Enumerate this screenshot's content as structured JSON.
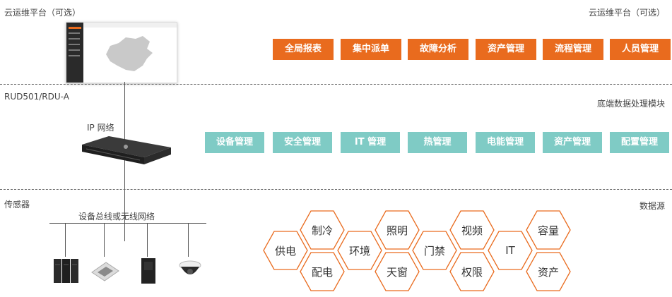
{
  "top": {
    "left_label": "云运维平台（可选）",
    "right_label": "云运维平台（可选）"
  },
  "platform_buttons": [
    "全局报表",
    "集中派单",
    "故障分析",
    "资产管理",
    "流程管理",
    "人员管理"
  ],
  "middle": {
    "device_label": "RUD501/RDU-A",
    "network_label": "IP 网络",
    "module_label": "底端数据处理模块"
  },
  "module_buttons": [
    "设备管理",
    "安全管理",
    "IT 管理",
    "热管理",
    "电能管理",
    "资产管理",
    "配置管理"
  ],
  "bottom": {
    "sensor_label": "传感器",
    "bus_label": "设备总线或无线网络",
    "source_label": "数据源"
  },
  "data_sources": [
    "供电",
    "制冷",
    "配电",
    "环境",
    "照明",
    "天窗",
    "门禁",
    "视频",
    "权限",
    "IT",
    "容量",
    "资产"
  ],
  "colors": {
    "orange": "#e96b1e",
    "teal": "#7fcbc5",
    "hex_stroke": "#e96b1e"
  }
}
